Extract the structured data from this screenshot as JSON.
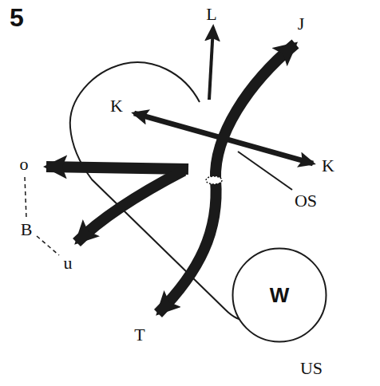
{
  "diagram": {
    "title": "5",
    "nodes": [
      {
        "text": [
          "W"
        ]
      }
    ],
    "labels": [
      "L",
      "J",
      "K",
      "K",
      "OS",
      "o",
      "B",
      "u",
      "T",
      "US"
    ]
  }
}
